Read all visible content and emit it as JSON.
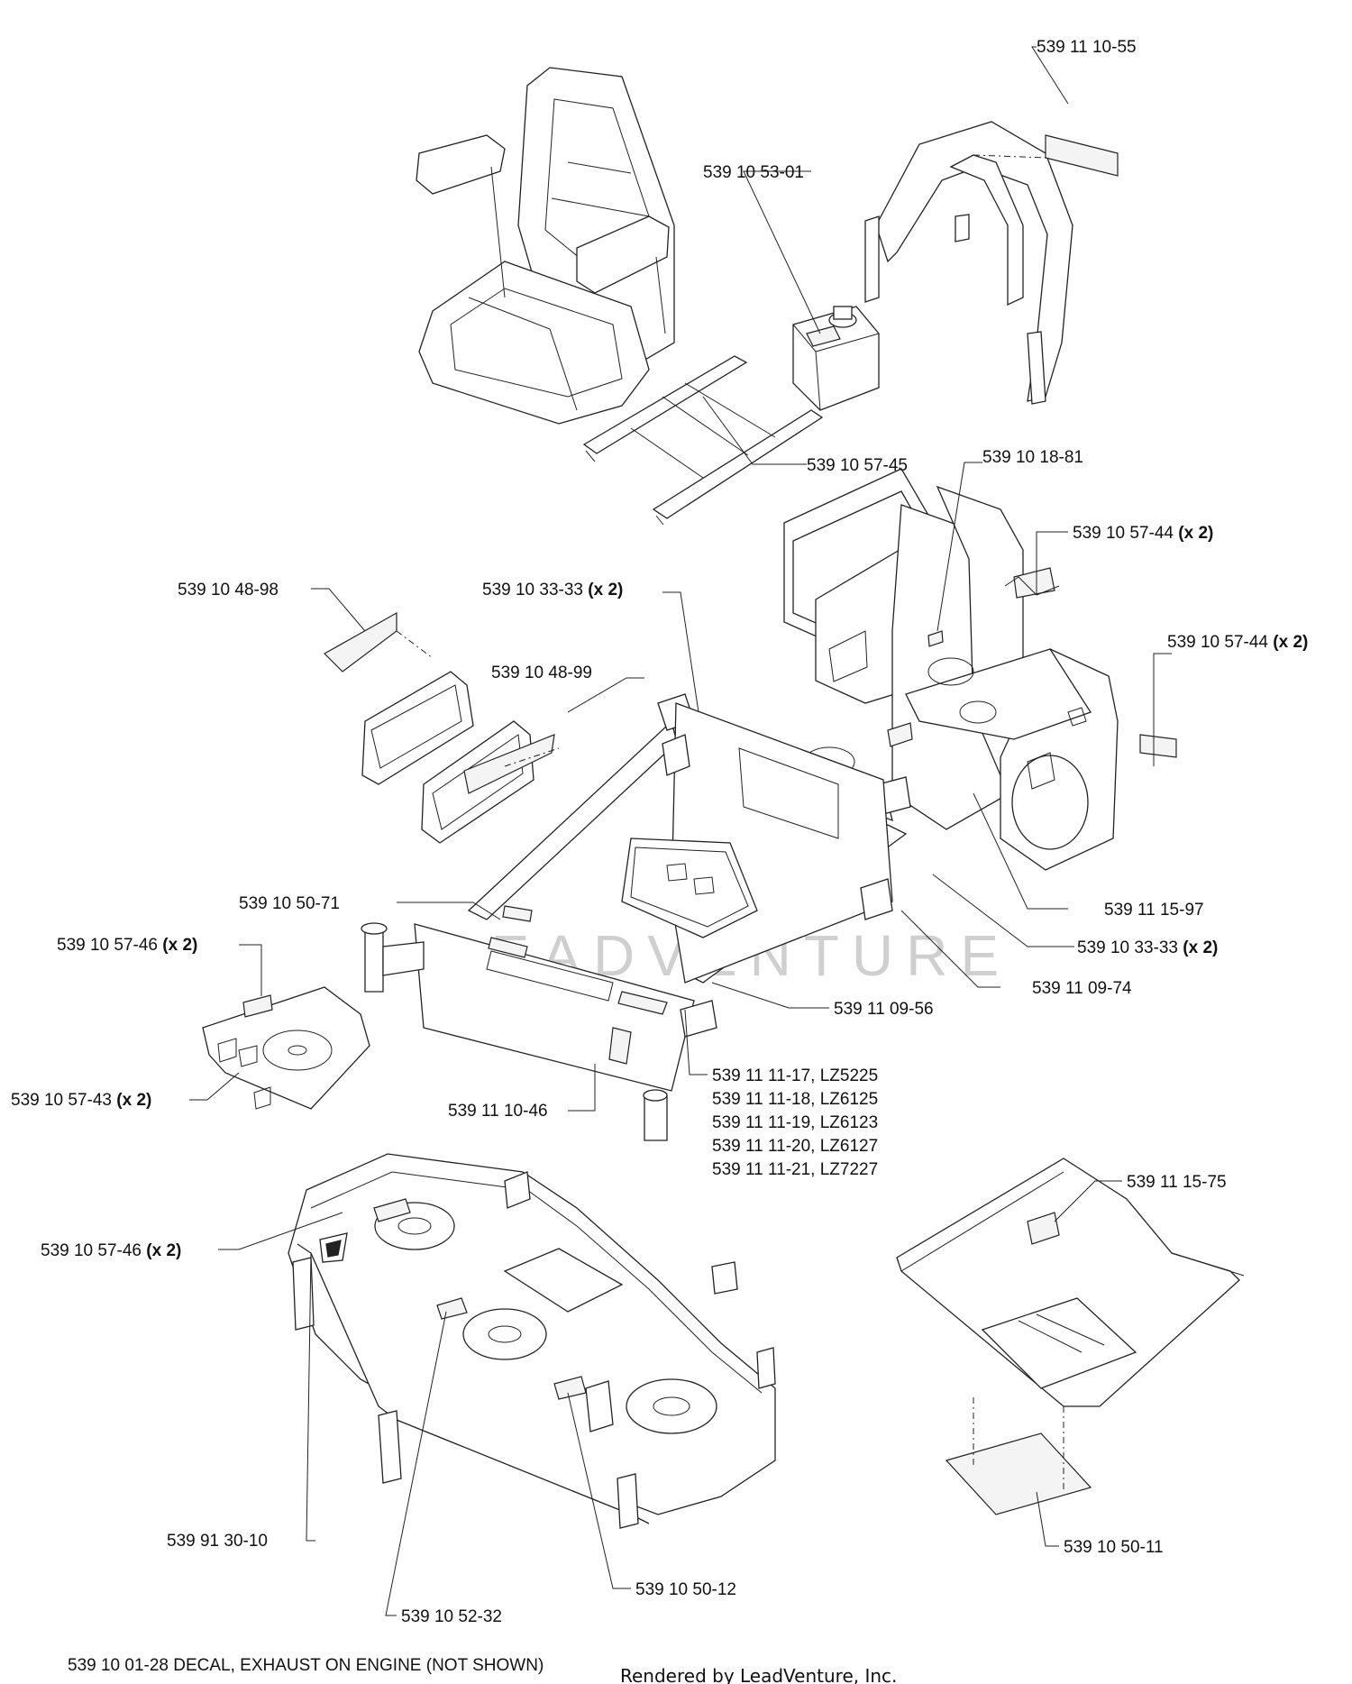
{
  "watermark": "LEADVENTURE",
  "labels": {
    "l01": "539 11 10-55",
    "l02": "539 10 53-01",
    "l03": "539 10 57-45",
    "l04": "539 10 18-81",
    "l05_a": "539 10 57-44",
    "l05_b": "(x 2)",
    "l06_a": "539 10 48-98",
    "l07_a": "539 10 33-33",
    "l07_b": "(x 2)",
    "l08": "539 10 48-99",
    "l09_a": "539 10 57-44",
    "l09_b": "(x 2)",
    "l10": "539 10 50-71",
    "l11_a": "539 11 15-97",
    "l12_a": "539 10 33-33",
    "l12_b": "(x 2)",
    "l13_a": "539 10 57-46",
    "l13_b": "(x 2)",
    "l14": "539 11 09-74",
    "l15": "539 11 09-56",
    "l16_a": "539 10 57-43",
    "l16_b": "(x 2)",
    "l17": "539 11 10-46",
    "l18": "539 11 11-17, LZ5225",
    "l19": "539 11 11-18, LZ6125",
    "l20": "539 11 11-19, LZ6123",
    "l21": "539 11 11-20, LZ6127",
    "l22": "539 11 11-21, LZ7227",
    "l23": "539 11 15-75",
    "l24_a": "539 10 57-46",
    "l24_b": "(x 2)",
    "l25": "539 91 30-10",
    "l26": "539 10 50-12",
    "l27": "539 10 52-32",
    "l28": "539 10 50-11"
  },
  "footer": {
    "note": "539 10 01-28 DECAL, EXHAUST ON ENGINE (NOT SHOWN)",
    "credit": "Rendered by LeadVenture, Inc."
  }
}
